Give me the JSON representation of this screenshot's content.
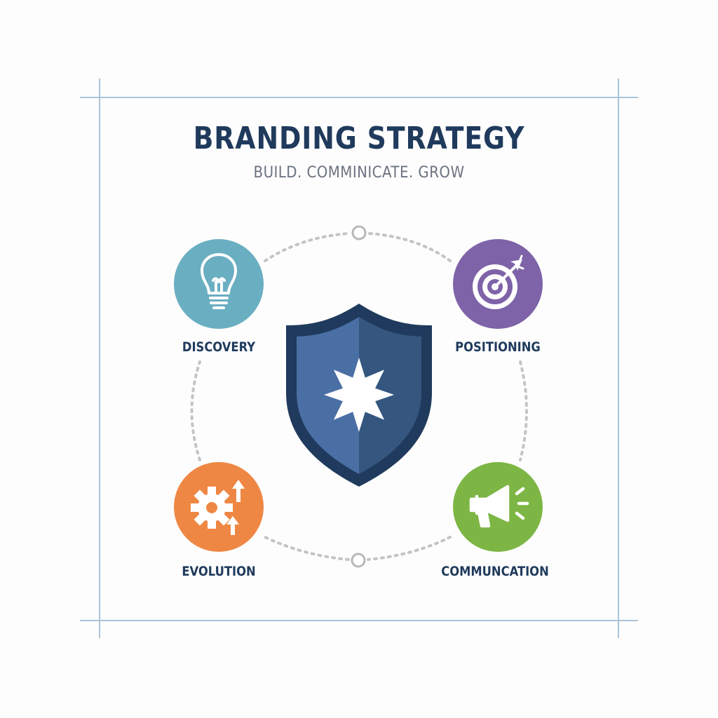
{
  "header": {
    "title": "BRANDING STRATEGY",
    "subtitle": "BUILD. COMMINICATE. GROW"
  },
  "center": {
    "icon": "shield-star-icon",
    "colors": {
      "light": "#4a6fa5",
      "dark": "#34567f",
      "outline": "#1f3a5c"
    }
  },
  "nodes": [
    {
      "label": "DISCOVERY",
      "icon": "lightbulb-icon",
      "color": "#6aaec2"
    },
    {
      "label": "POSITIONING",
      "icon": "target-arrow-icon",
      "color": "#7e63a8"
    },
    {
      "label": "EVOLUTION",
      "icon": "gear-arrows-icon",
      "color": "#ef8744"
    },
    {
      "label": "COMMUNCATION",
      "icon": "megaphone-icon",
      "color": "#7db644"
    }
  ],
  "colors": {
    "frame": "#a8c4da",
    "title": "#1f3a5c",
    "subtitle": "#6b7280",
    "dotted_path": "#c4c4c4"
  }
}
